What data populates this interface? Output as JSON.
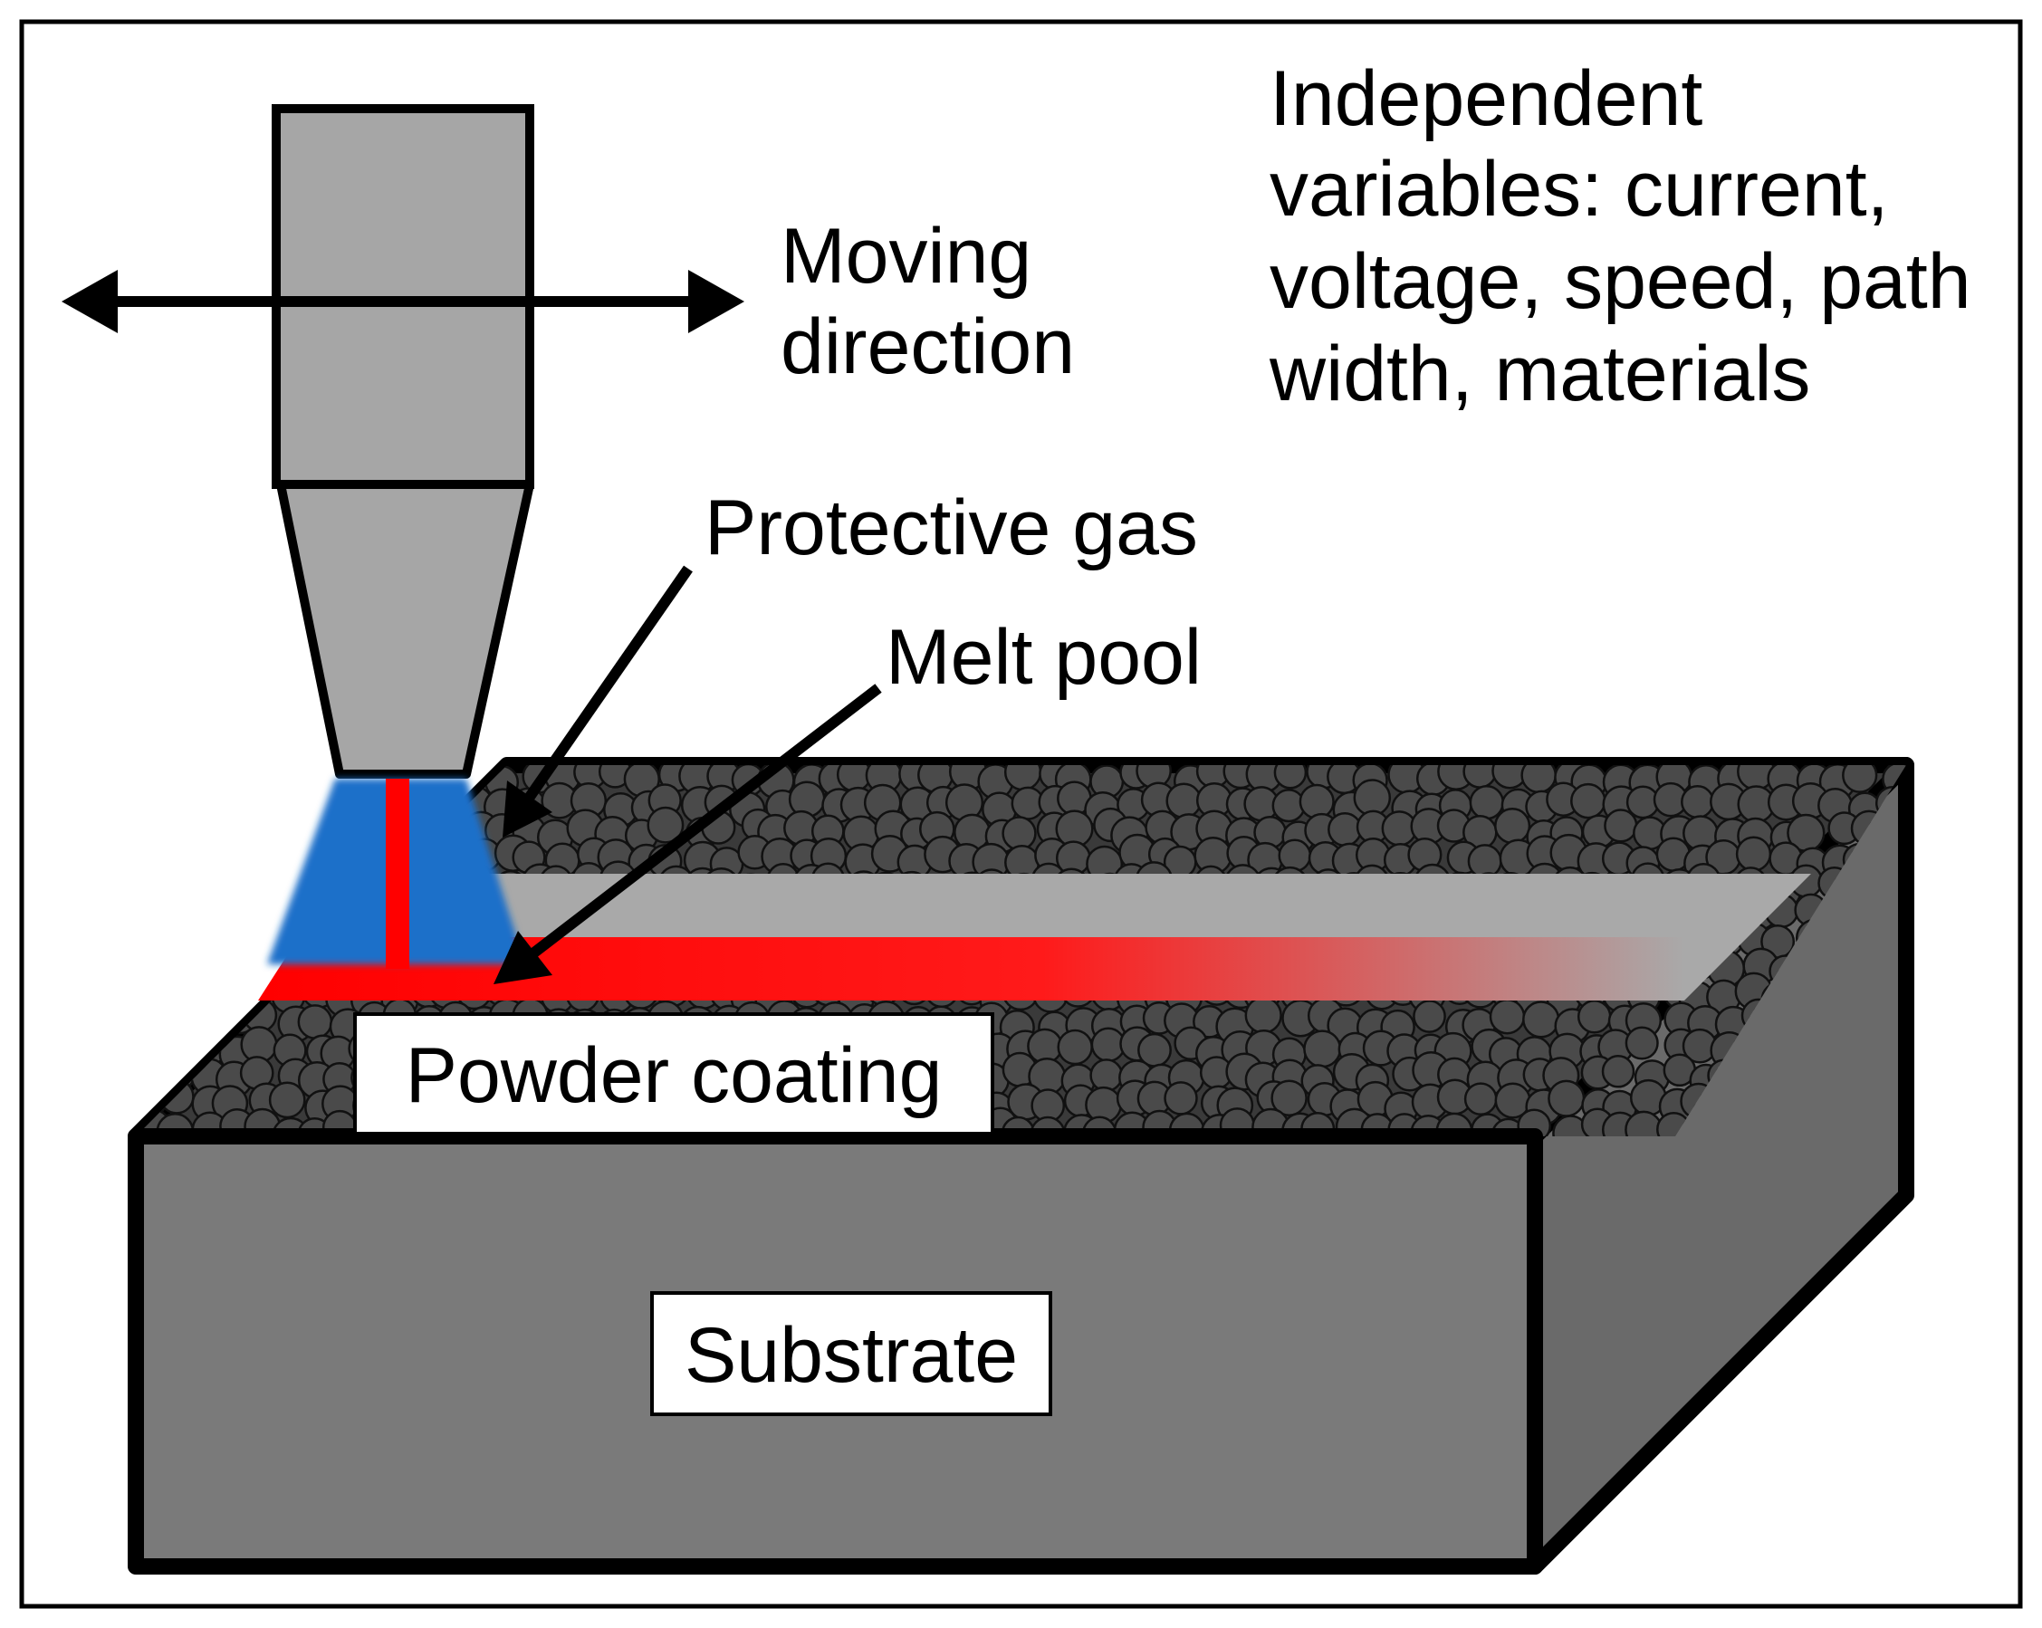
{
  "labels": {
    "moving_direction": [
      "Moving",
      "direction"
    ],
    "independent_variables": [
      "Independent",
      "variables: current,",
      "voltage, speed, path",
      "width, materials"
    ],
    "protective_gas": "Protective gas",
    "melt_pool": "Melt pool",
    "powder_coating": "Powder coating",
    "substrate": "Substrate"
  },
  "colors": {
    "nozzle": "#a6a6a6",
    "gas": "#1f6fc9",
    "melt": "#ff0000",
    "substrate_front": "#7a7a7a",
    "substrate_side": "#6a6a6a",
    "powder_particle": "#4a4a4a",
    "track": "#a9a9a9"
  }
}
